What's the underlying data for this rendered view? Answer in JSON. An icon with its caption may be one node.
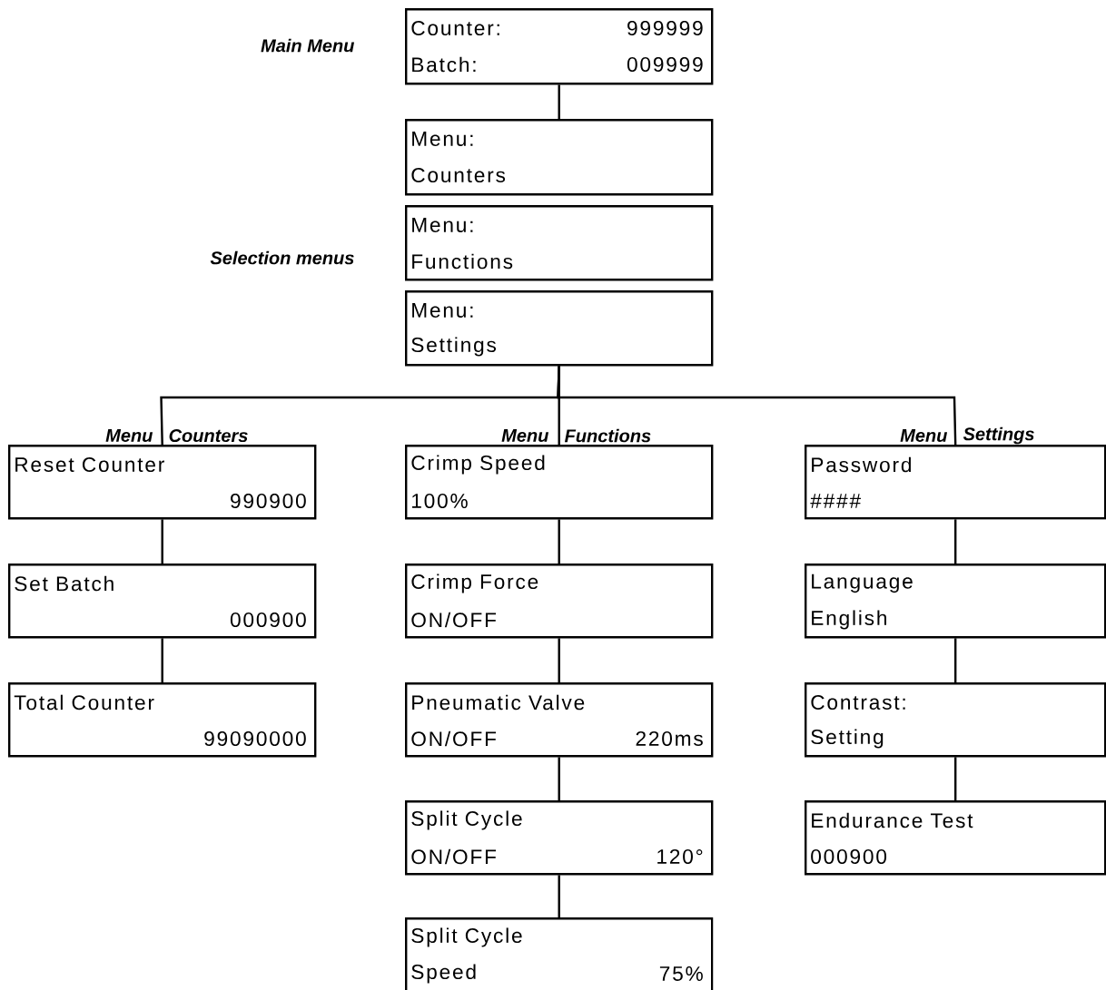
{
  "diagram": {
    "nodes": [
      {
        "text": [
          "Counter:",
          "999999",
          "Batch:",
          "009999"
        ]
      },
      {
        "text": [
          "Menu:",
          "Counters"
        ]
      },
      {
        "text": [
          "Menu:",
          "Functions"
        ]
      },
      {
        "text": [
          "Menu:",
          "Settings"
        ]
      },
      {
        "text": [
          "Reset Counter",
          "990900"
        ]
      },
      {
        "text": [
          "Set Batch",
          "000900"
        ]
      },
      {
        "text": [
          "Total Counter",
          "99090000"
        ]
      },
      {
        "text": [
          "Crimp Speed",
          "100%"
        ]
      },
      {
        "text": [
          "Crimp Force",
          "ON/OFF"
        ]
      },
      {
        "text": [
          "Pneumatic Valve",
          "ON/OFF",
          "220ms"
        ]
      },
      {
        "text": [
          "Split Cycle",
          "ON/OFF",
          "120°"
        ]
      },
      {
        "text": [
          "Split Cycle",
          "Speed",
          "75%"
        ]
      },
      {
        "text": [
          "Password",
          "####"
        ]
      },
      {
        "text": [
          "Language",
          "English"
        ]
      },
      {
        "text": [
          "Contrast:",
          "Setting"
        ]
      },
      {
        "text": [
          "Endurance Test",
          "000900"
        ]
      }
    ],
    "edges": [
      {
        "from": 0,
        "to": 1,
        "arrow": "none"
      },
      {
        "from": 3,
        "to": 4,
        "arrow": "none"
      },
      {
        "from": 3,
        "to": 7,
        "arrow": "none"
      },
      {
        "from": 3,
        "to": 12,
        "arrow": "none"
      },
      {
        "from": 4,
        "to": 5,
        "arrow": "none"
      },
      {
        "from": 5,
        "to": 6,
        "arrow": "none"
      },
      {
        "from": 7,
        "to": 8,
        "arrow": "none"
      },
      {
        "from": 8,
        "to": 9,
        "arrow": "none"
      },
      {
        "from": 9,
        "to": 10,
        "arrow": "none"
      },
      {
        "from": 10,
        "to": 11,
        "arrow": "none"
      },
      {
        "from": 12,
        "to": 13,
        "arrow": "none"
      },
      {
        "from": 13,
        "to": 14,
        "arrow": "none"
      },
      {
        "from": 14,
        "to": 15,
        "arrow": "none"
      }
    ],
    "labels": [
      "Main Menu",
      "Selection menus",
      "Menu",
      "Counters",
      "Menu",
      "Functions",
      "Menu",
      "Settings"
    ]
  }
}
